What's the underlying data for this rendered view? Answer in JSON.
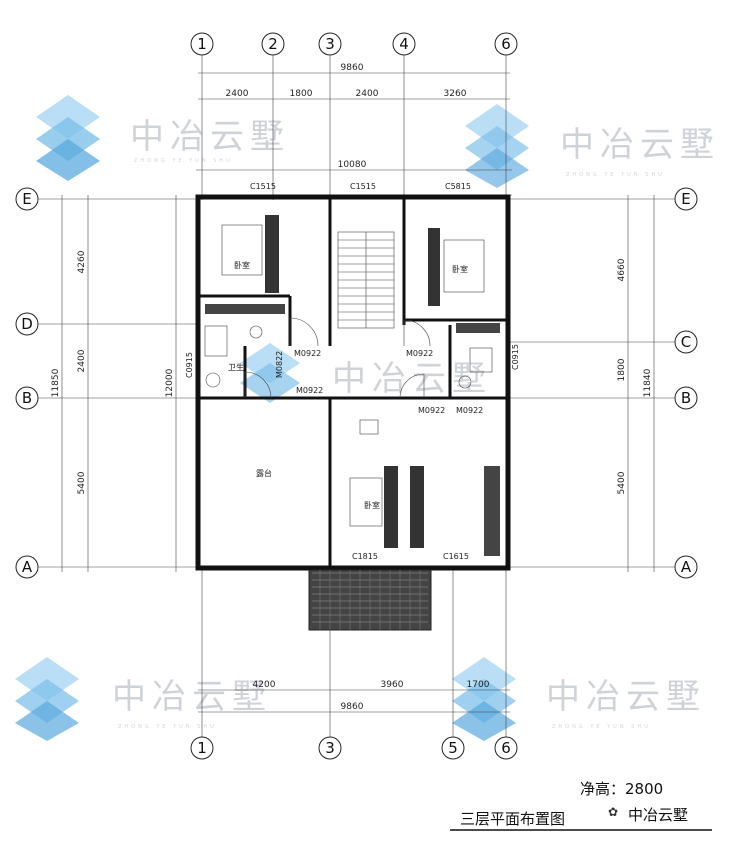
{
  "axes_top": [
    "1",
    "2",
    "3",
    "4",
    "6"
  ],
  "axes_bottom": [
    "1",
    "3",
    "5",
    "6"
  ],
  "axes_left": [
    "E",
    "D",
    "B",
    "A"
  ],
  "axes_right": [
    "E",
    "C",
    "B",
    "A"
  ],
  "dims": {
    "top_total": "9860",
    "top_segments": [
      "2400",
      "1800",
      "2400",
      "3260"
    ],
    "inner_total": "10080",
    "left_total": "11850",
    "left_segments": [
      "4260",
      "2400",
      "5400"
    ],
    "left_inner": "12000",
    "right_total": "11840",
    "right_segments": [
      "4660",
      "1800",
      "5400"
    ],
    "bottom_segments": [
      "4200",
      "3960",
      "1700"
    ],
    "bottom_total": "9860"
  },
  "labels": {
    "win_top_left": "C1515",
    "win_top_mid": "C1515",
    "win_top_right": "C5815",
    "win_left": "C0915",
    "win_right": "C0915",
    "win_bot_left": "C1815",
    "win_bot_right": "C1615",
    "door_1": "M0922",
    "door_2": "M0922",
    "door_3": "M0922",
    "door_4": "M0922",
    "door_5": "M0922",
    "door_6": "M0822",
    "room_bed": "卧室",
    "room_bath": "卫生",
    "room_terrace": "露台"
  },
  "watermark": {
    "text": "中冶云墅",
    "sub": "ZHONG YE YUN SHU"
  },
  "footer": {
    "height_label": "净高：2800",
    "title": "三层平面布置图",
    "credit": "中冶云墅"
  },
  "colors": {
    "wm_light": "#a9d6f2",
    "wm_mid": "#7fc0ea",
    "wm_dark": "#5aa9de"
  }
}
